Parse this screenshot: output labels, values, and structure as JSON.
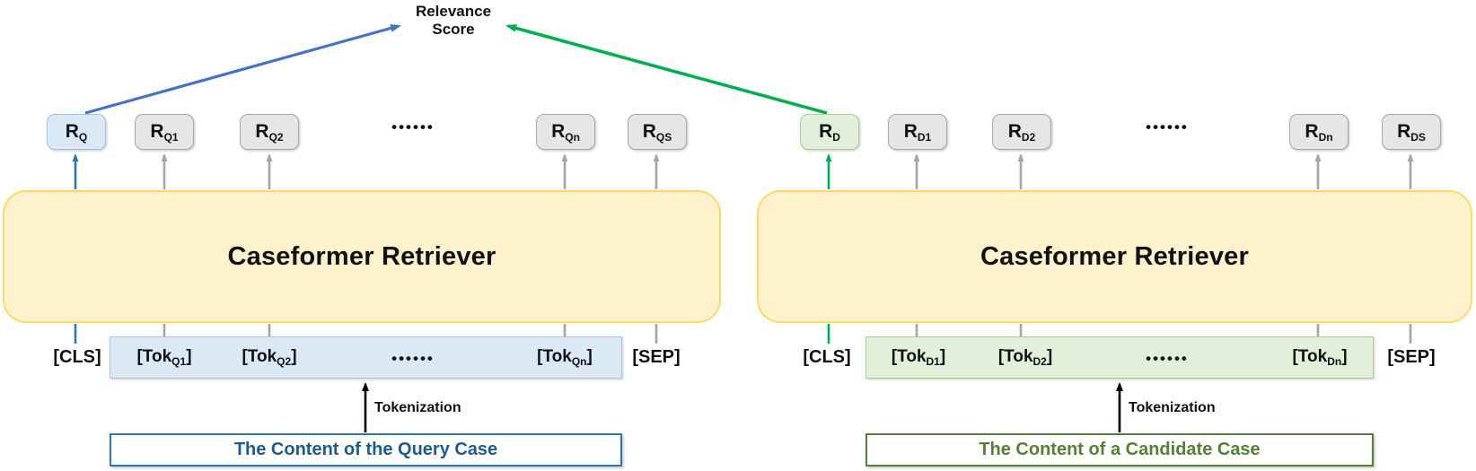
{
  "relevance_score": {
    "line1": "Relevance",
    "line2": "Score"
  },
  "colors": {
    "diagonal_arrow_blue": "#4472c4",
    "diagonal_arrow_green": "#00b050",
    "cls_connector_blue": "#2e75b6",
    "cls_connector_green": "#00b050",
    "connector_gray": "#a6a6a6",
    "tokenization_arrow_black": "#000000",
    "encoder_fill": "#fdf2cc",
    "encoder_border": "#ffd966",
    "query_fill": "#dbe8f6",
    "query_border": "#9dc3e6",
    "candidate_fill": "#e2efda",
    "candidate_border": "#a9d18e",
    "neutral_fill": "#e7e6e6",
    "neutral_border": "#a6a6a6",
    "query_text": "#1f5c8b",
    "candidate_text": "#538135"
  },
  "query_encoder": {
    "name": "Caseformer Retriever",
    "outputs": [
      {
        "main": "R",
        "sub": "Q"
      },
      {
        "main": "R",
        "sub": "Q1"
      },
      {
        "main": "R",
        "sub": "Q2"
      },
      {
        "main": "R",
        "sub": "Qn"
      },
      {
        "main": "R",
        "sub": "QS"
      }
    ],
    "outputs_dots": "••••••",
    "cls": "[CLS]",
    "sep": "[SEP]",
    "tokens": [
      {
        "pre": "[Tok",
        "sub": "Q1",
        "post": "]"
      },
      {
        "pre": "[Tok",
        "sub": "Q2",
        "post": "]"
      },
      {
        "pre": "[Tok",
        "sub": "Qn",
        "post": "]"
      }
    ],
    "tokens_dots": "••••••",
    "tokenization_label": "Tokenization",
    "content": "The Content of the Query Case"
  },
  "candidate_encoder": {
    "name": "Caseformer Retriever",
    "outputs": [
      {
        "main": "R",
        "sub": "D"
      },
      {
        "main": "R",
        "sub": "D1"
      },
      {
        "main": "R",
        "sub": "D2"
      },
      {
        "main": "R",
        "sub": "Dn"
      },
      {
        "main": "R",
        "sub": "DS"
      }
    ],
    "outputs_dots": "••••••",
    "cls": "[CLS]",
    "sep": "[SEP]",
    "tokens": [
      {
        "pre": "[Tok",
        "sub": "D1",
        "post": "]"
      },
      {
        "pre": "[Tok",
        "sub": "D2",
        "post": "]"
      },
      {
        "pre": "[Tok",
        "sub": "Dn",
        "post": "]"
      }
    ],
    "tokens_dots": "••••••",
    "tokenization_label": "Tokenization",
    "content": "The Content of a Candidate Case"
  }
}
